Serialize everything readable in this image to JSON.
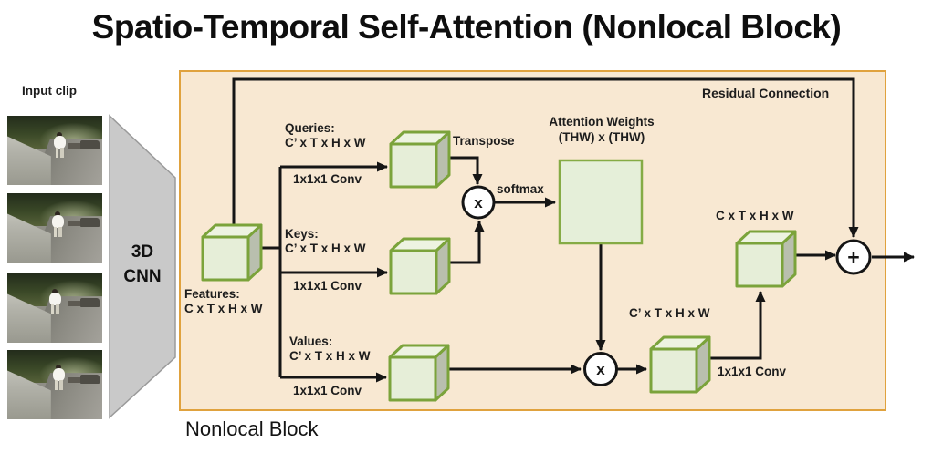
{
  "title": "Spatio-Temporal Self-Attention (Nonlocal Block)",
  "input_clip": {
    "label": "Input clip",
    "frame_count": 4
  },
  "cnn": {
    "line1": "3D",
    "line2": "CNN"
  },
  "block": {
    "caption": "Nonlocal Block",
    "residual_label": "Residual Connection",
    "features": {
      "line1": "Features:",
      "line2": "C x T x H x W"
    },
    "queries": {
      "line1": "Queries:",
      "line2": "C’ x T x H x W",
      "conv": "1x1x1 Conv"
    },
    "keys": {
      "line1": "Keys:",
      "line2": "C’ x T x H x W",
      "conv": "1x1x1 Conv"
    },
    "values": {
      "line1": "Values:",
      "line2": "C’ x T x H x W",
      "conv": "1x1x1 Conv"
    },
    "transpose_label": "Transpose",
    "softmax_label": "softmax",
    "attention_weights": {
      "line1": "Attention Weights",
      "line2": "(THW) x (THW)"
    },
    "weighted_values_label": "C’ x T x H x W",
    "output_conv": "1x1x1 Conv",
    "output_label": "C x T x H x W",
    "multiply_symbol": "x",
    "add_symbol": "+"
  },
  "colors": {
    "block_bg": "#f8e8d2",
    "block_border": "#e0a23e",
    "cube_stroke": "#7ba33b",
    "cube_front": "#e6eed8",
    "cube_top": "#edf3e1",
    "cube_side": "#b9bfae",
    "matrix_fill": "#e5efd9",
    "matrix_stroke": "#85ab45",
    "line_color": "#151515",
    "cnn_fill": "#c9c9c9"
  }
}
